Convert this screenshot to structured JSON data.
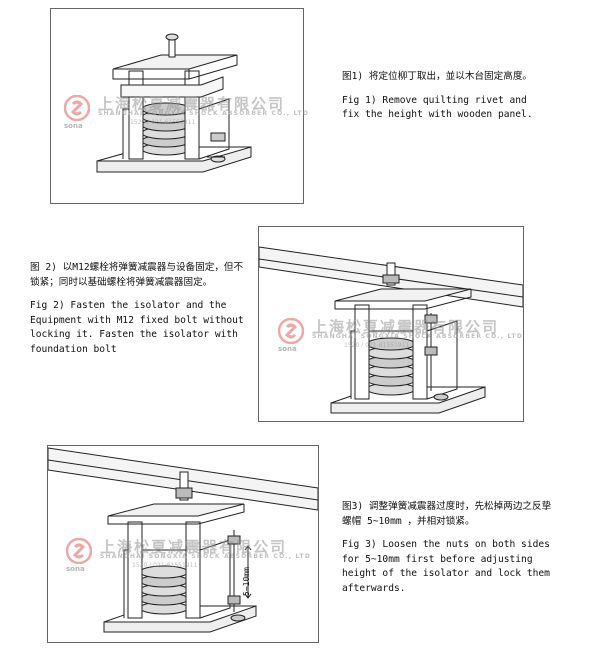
{
  "watermark": {
    "company_cn": "上海松夏减震器有限公司",
    "company_en": "SHANGHAI SONGXIA SHOCK ABSORBER CO., LTD",
    "phone": "1520 / 021-61551911",
    "brand": "sona"
  },
  "fig1": {
    "cn": "图1) 将定位柳丁取出，並以木台固定高度。",
    "en": "Fig 1) Remove quilting rivet and fix the height with wooden panel."
  },
  "fig2": {
    "cn": "图 2) 以M12螺栓将弹簧减震器与设备固定，但不锁紧；同时以基础螺栓将弹簧减震器固定。",
    "en": "Fig 2) Fasten the isolator and the Equipment with M12 fixed bolt without locking it. Fasten the isolator with foundation bolt"
  },
  "fig3": {
    "cn": "图3) 调整弹簧减震器过度时，先松掉两边之反挚螺帽 5~10mm ，并相对锁紧。",
    "en": "Fig 3) Loosen the nuts on both sides for 5~10mm first before adjusting height of the isolator and lock them afterwards.",
    "dimension_label": "5~10mm"
  },
  "colors": {
    "line": "#222222",
    "watermark_red": "#d9534f"
  }
}
